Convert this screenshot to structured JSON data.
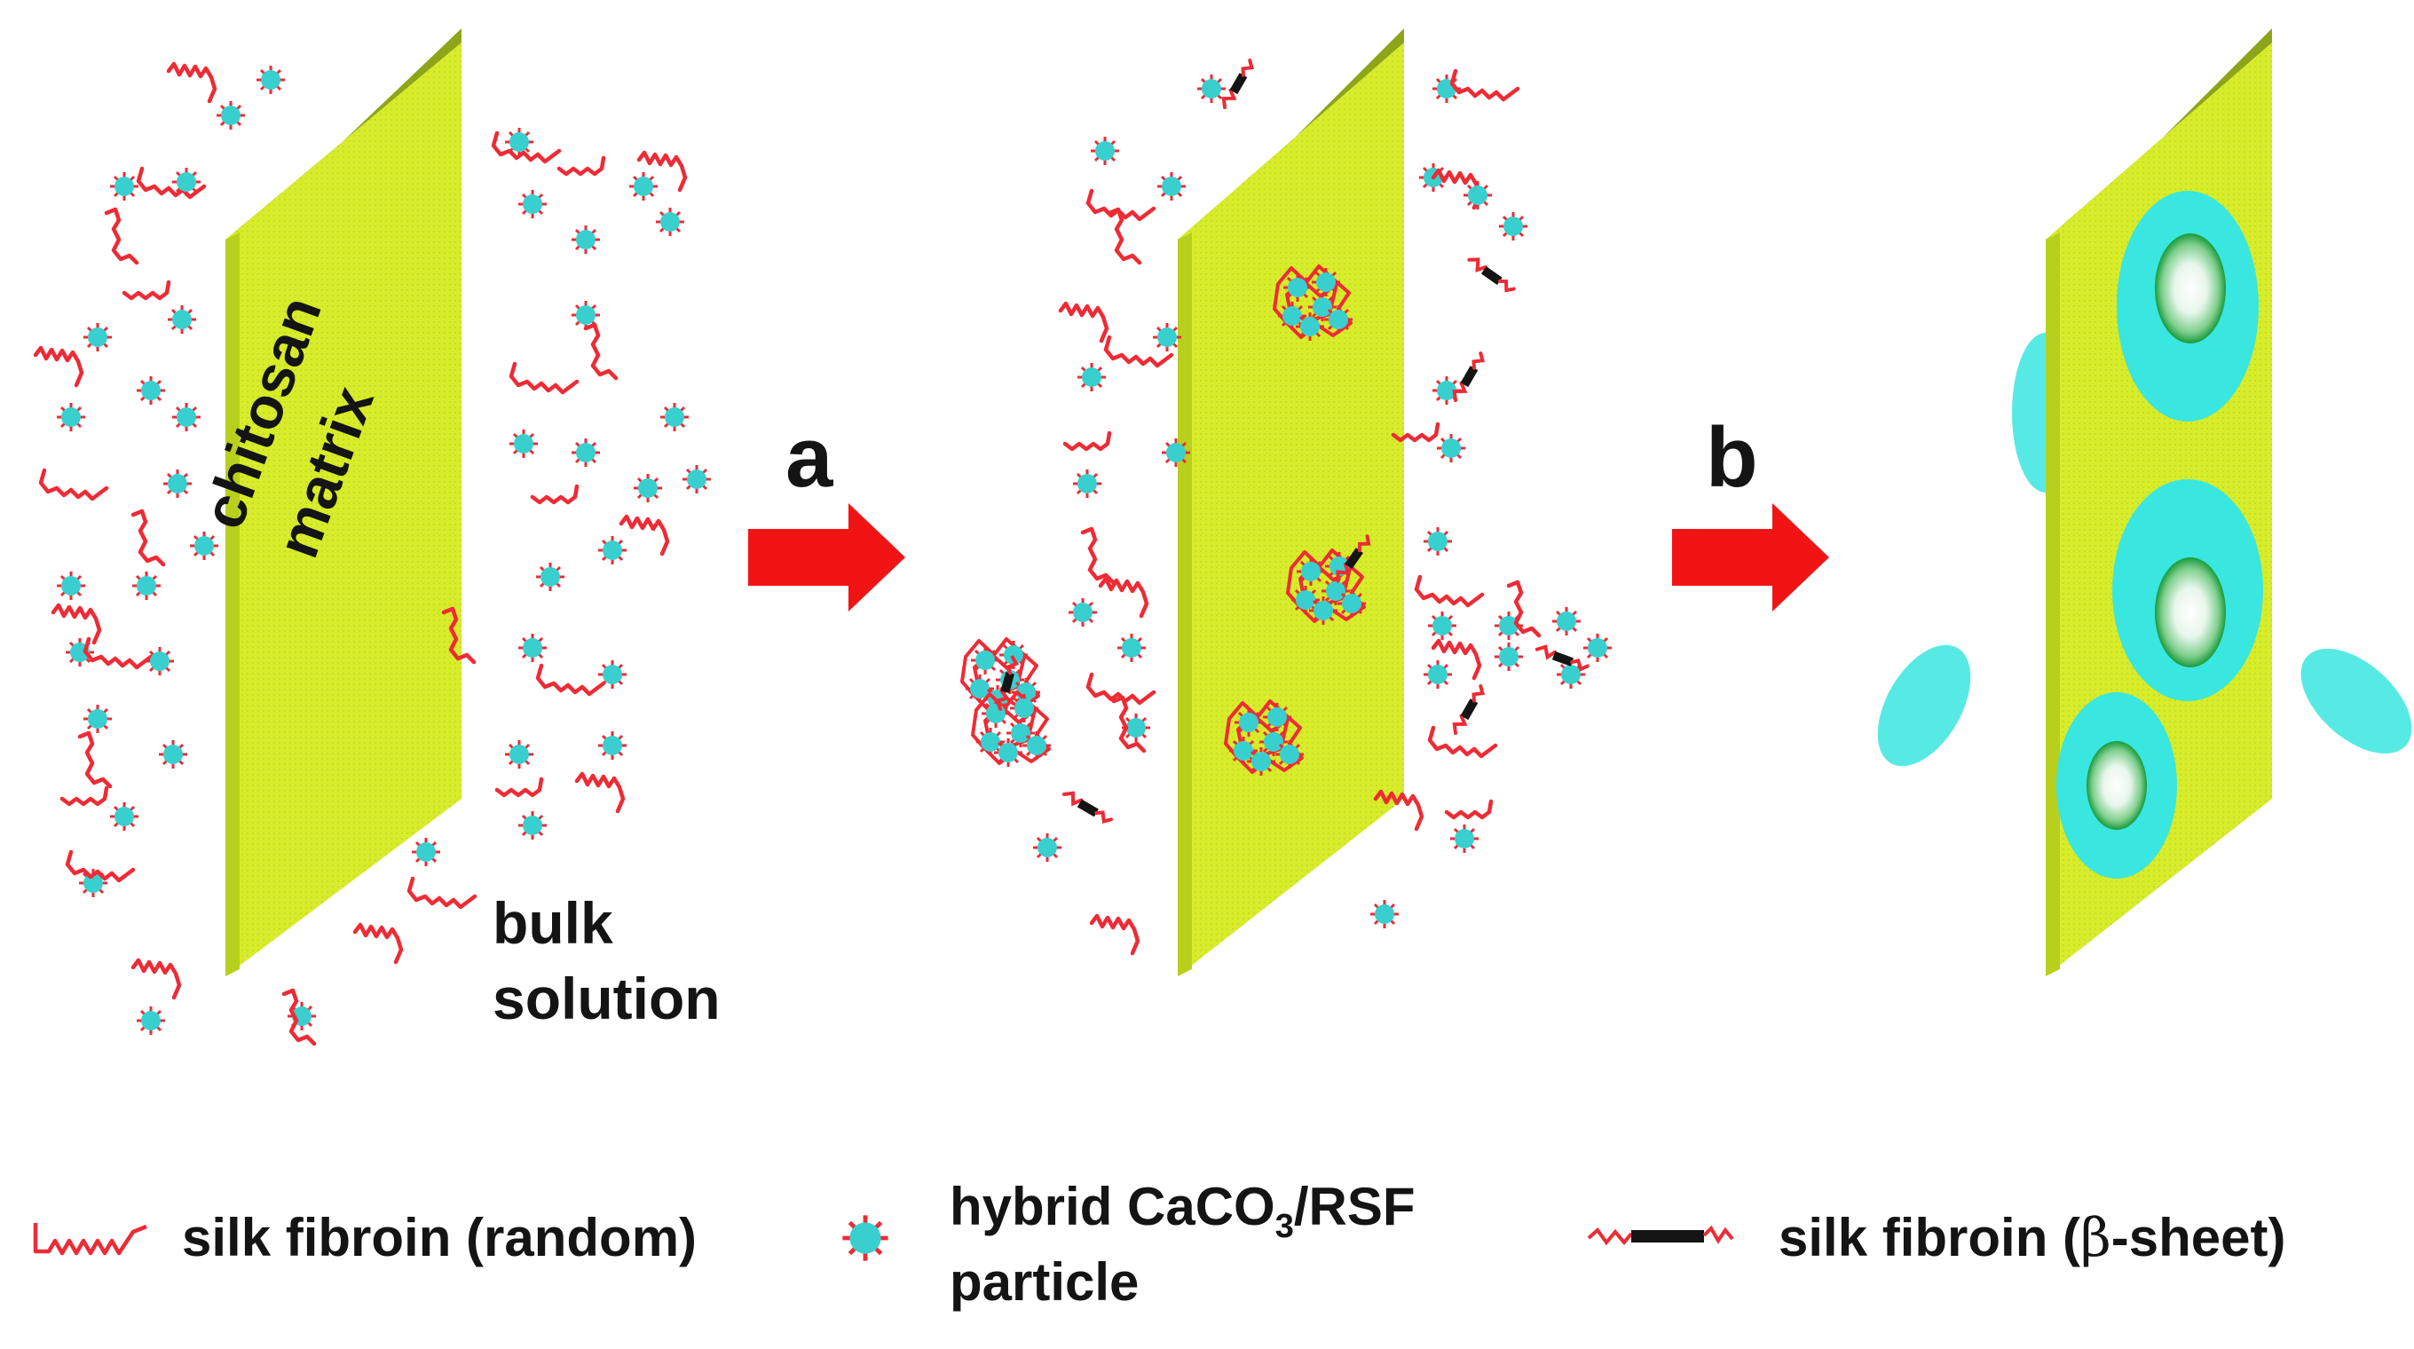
{
  "labels": {
    "matrix_line1": "chitosan",
    "matrix_line2": "matrix",
    "bulk_line1": "bulk",
    "bulk_line2": "solution",
    "step_a": "a",
    "step_b": "b"
  },
  "legend": {
    "random_prefix": "silk fibroin (random)",
    "hybrid_line1_prefix": "hybrid CaCO",
    "hybrid_line1_sub": "3",
    "hybrid_line1_suffix": "/RSF",
    "hybrid_line2": "particle",
    "beta_prefix": "silk fibroin (",
    "beta_symbol": "β",
    "beta_suffix": "-sheet)"
  },
  "colors": {
    "matrix_face": "#d7ec2a",
    "matrix_edge": "#8ea51a",
    "chain": "#ee2b35",
    "particle": "#39cfcf",
    "arrow": "#f21414",
    "crystal_ring": "#1a9a3a",
    "black": "#141414"
  }
}
